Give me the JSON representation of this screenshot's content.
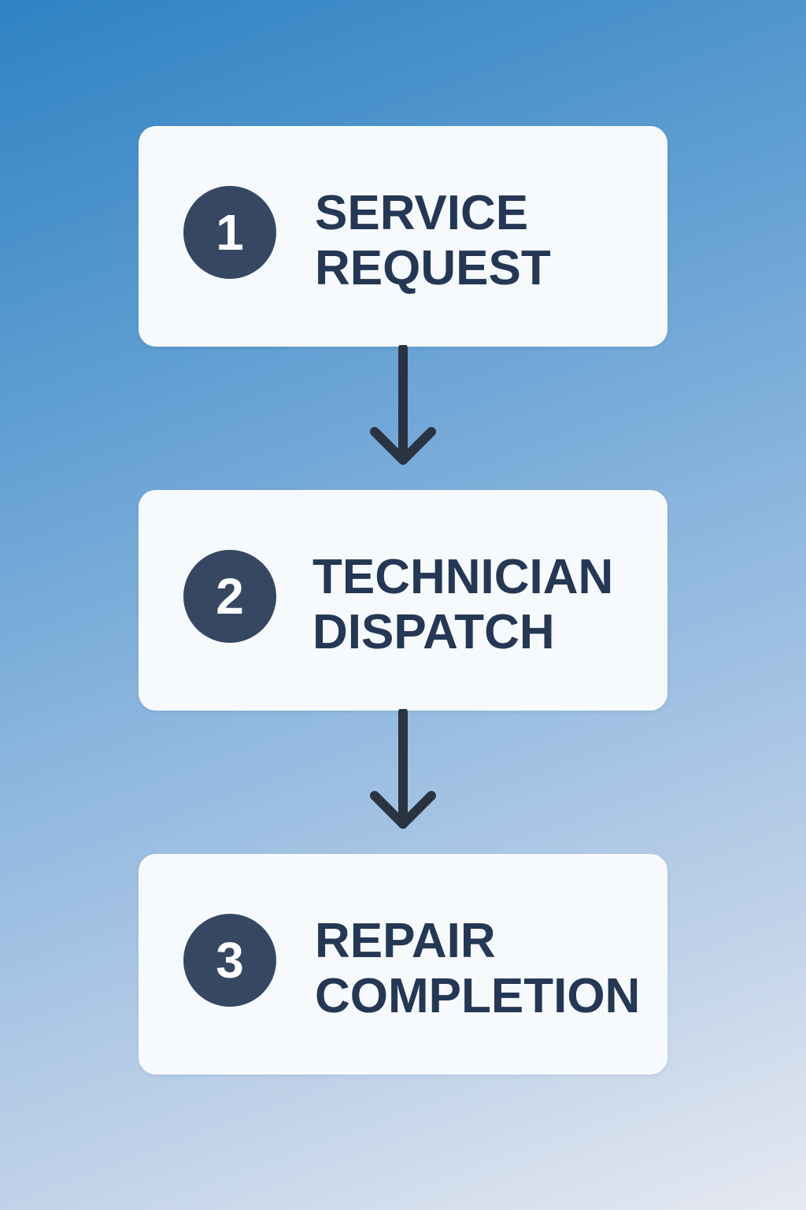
{
  "steps": [
    {
      "number": "1",
      "title_line1": "SERVICE",
      "title_line2": "REQUEST"
    },
    {
      "number": "2",
      "title_line1": "TECHNICIAN",
      "title_line2": "DISPATCH"
    },
    {
      "number": "3",
      "title_line1": "REPAIR",
      "title_line2": "COMPLETION"
    }
  ],
  "connectors": [
    {
      "from": "1",
      "to": "2",
      "icon": "arrow-down-icon"
    },
    {
      "from": "2",
      "to": "3",
      "icon": "arrow-down-icon"
    }
  ],
  "colors": {
    "card_background": "#f7fafd",
    "badge_background": "#364861",
    "title_text": "#243754",
    "arrow": "#2a3340",
    "background_top": "#2f82c3",
    "background_bottom": "#e6e9f1"
  }
}
